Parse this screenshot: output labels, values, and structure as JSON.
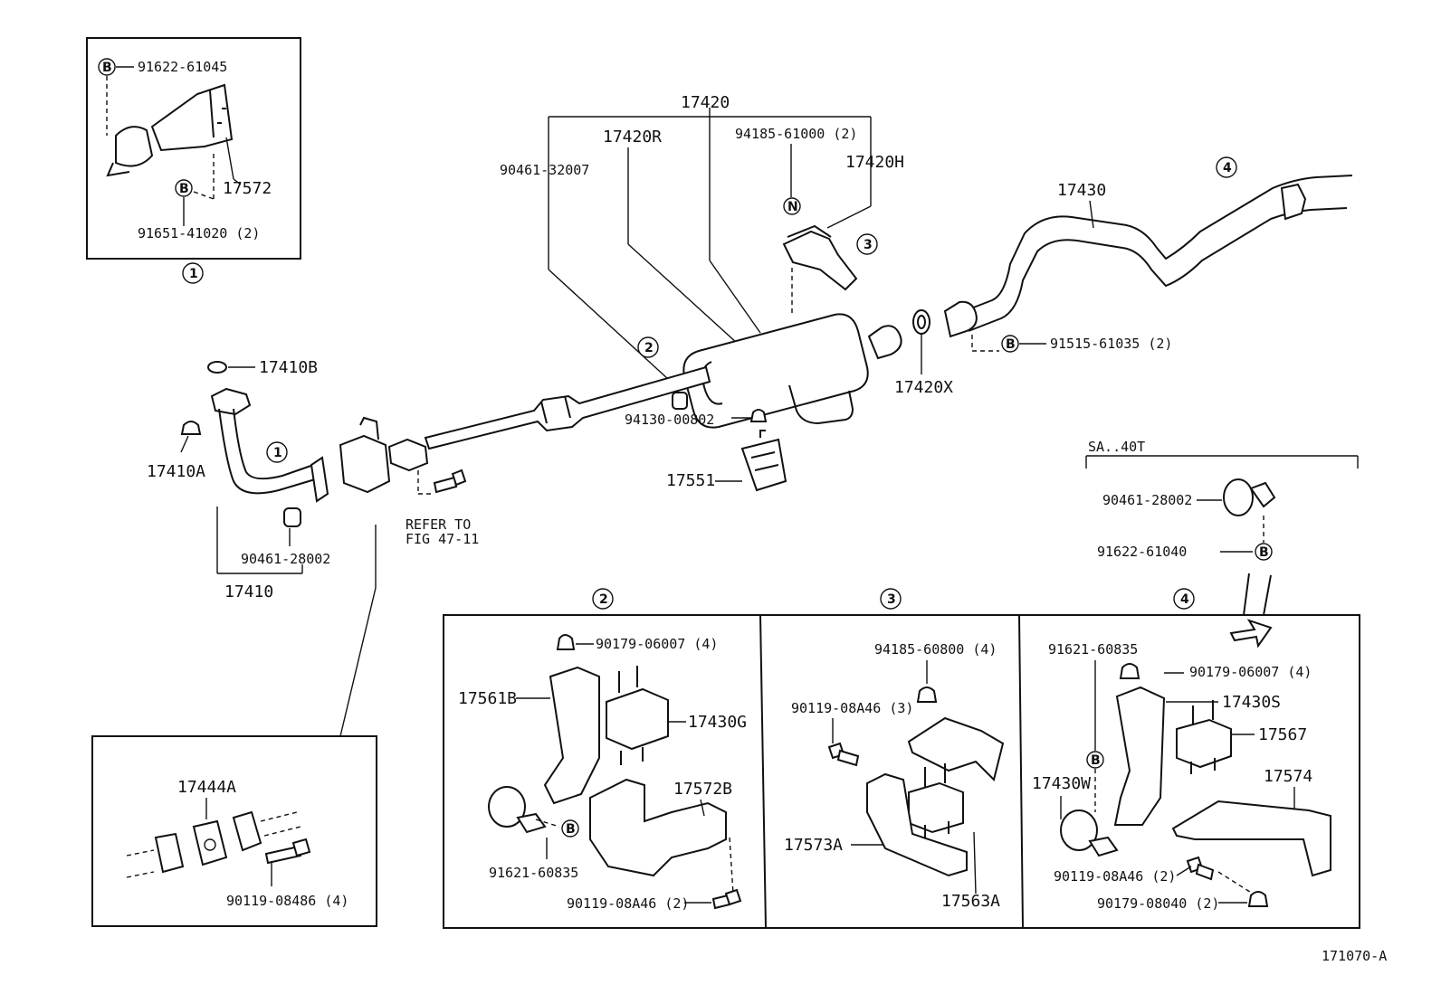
{
  "labels": {
    "p17420": "17420",
    "p17420R": "17420R",
    "p9418561000": "94185-61000 (2)",
    "p17420H": "17420H",
    "p9046132007": "90461-32007",
    "p17430": "17430",
    "p9151561035": "91515-61035 (2)",
    "p17420X": "17420X",
    "p9413000802": "94130-00802",
    "p17551": "17551",
    "p17410B": "17410B",
    "p17410A": "17410A",
    "p9046128002a": "90461-28002",
    "p17410": "17410",
    "refer": "REFER TO",
    "fig": "FIG 47-11",
    "p9162261045": "91622-61045",
    "p17572": "17572",
    "p9165141020": "91651-41020 (2)",
    "p17444A": "17444A",
    "p9011908486": "90119-08486 (4)",
    "sa40t": "SA..40T",
    "p9046128002b": "90461-28002",
    "p9162261040": "91622-61040",
    "p9017906007a": "90179-06007 (4)",
    "p17561B": "17561B",
    "p17430G": "17430G",
    "p17572B": "17572B",
    "p9162160835a": "91621-60835",
    "p9011908A46a": "90119-08A46 (2)",
    "p9418560800": "94185-60800 (4)",
    "p9011908A46b": "90119-08A46 (3)",
    "p17573A": "17573A",
    "p17563A": "17563A",
    "p9162160835b": "91621-60835",
    "p9017906007b": "90179-06007 (4)",
    "p17430S": "17430S",
    "p17567": "17567",
    "p17430W": "17430W",
    "p17574": "17574",
    "p9011908A46c": "90119-08A46 (2)",
    "p9017908040": "90179-08040 (2)",
    "figcode": "171070-A"
  },
  "markers": {
    "one": "1",
    "two": "2",
    "three": "3",
    "four": "4",
    "b": "B",
    "n": "N"
  },
  "icons": [
    "muffler-icon",
    "tailpipe-icon",
    "exhaust-pipe-icon",
    "hanger-bracket-icon",
    "clamp-icon",
    "gasket-icon",
    "bolt-icon",
    "nut-icon",
    "rubber-mount-icon"
  ]
}
